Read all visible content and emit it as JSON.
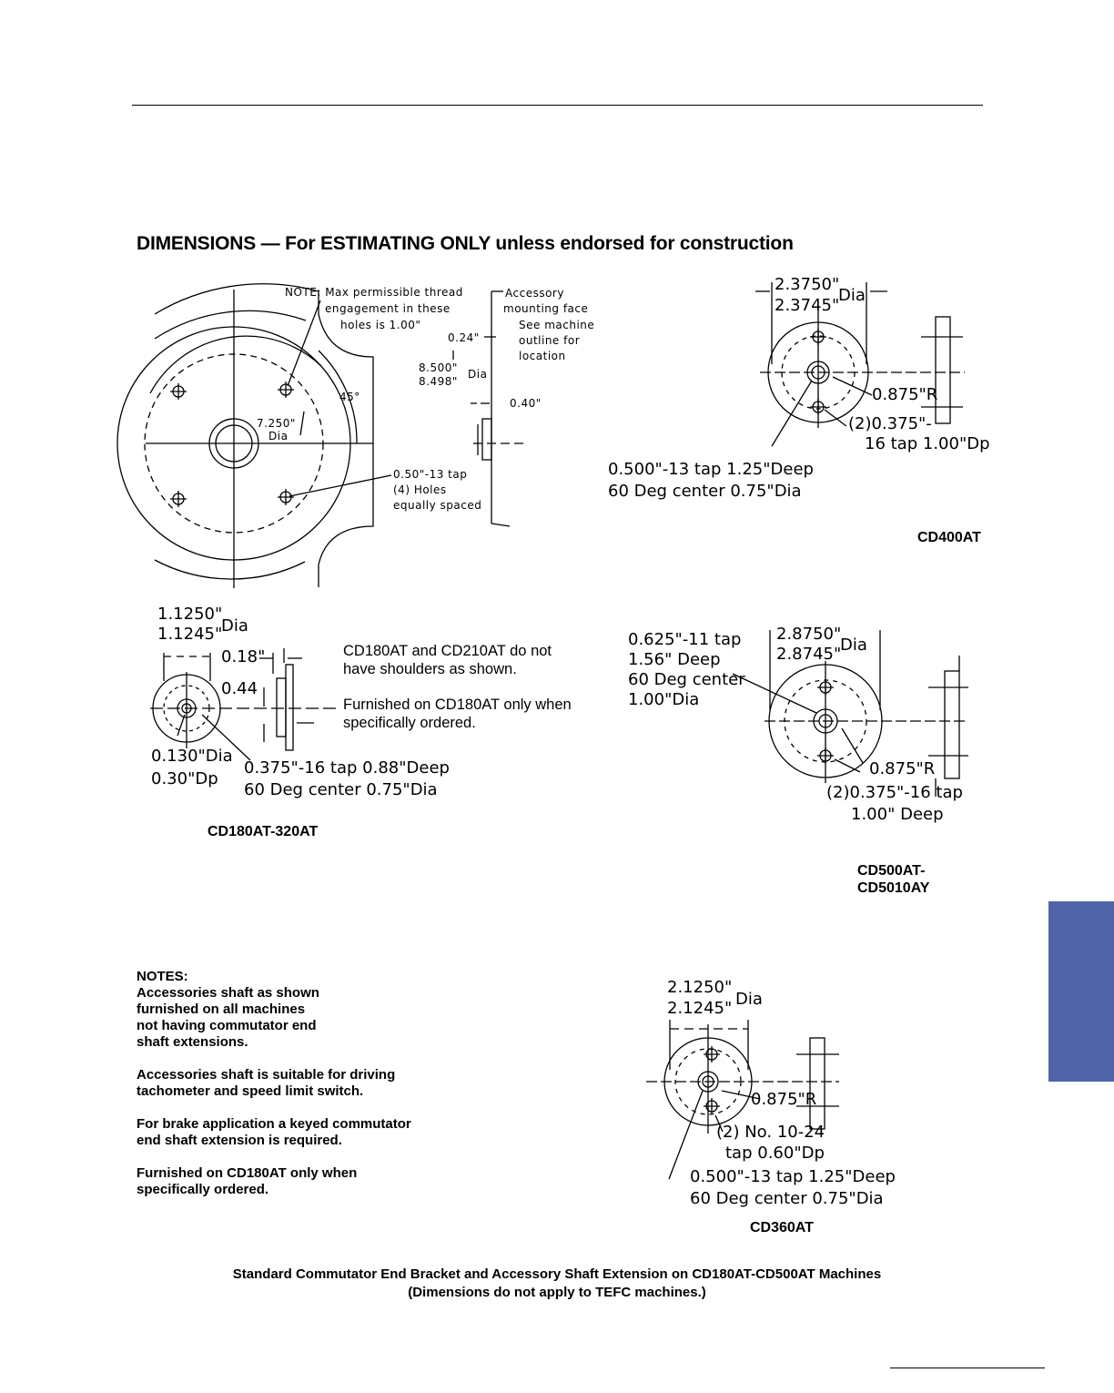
{
  "page": {
    "title": "DIMENSIONS — For ESTIMATING ONLY unless endorsed for construction",
    "caption_line1": "Standard Commutator End Bracket and Accessory Shaft Extension on CD180AT-CD500AT Machines",
    "caption_line2": "(Dimensions do not apply to TEFC machines.)",
    "accent_color": "#5064a8"
  },
  "bracket_drawing": {
    "note_line1": "NOTE: Max permissible thread",
    "note_line2": "engagement in these",
    "note_line3": "holes is 1.00\"",
    "accessory_line1": "Accessory",
    "accessory_line2": "mounting face",
    "see_line1": "See machine",
    "see_line2": "outline for",
    "see_line3": "location",
    "dim_024": "0.24\"",
    "dia_a": "8.500\"",
    "dia_b": "8.498\"",
    "dia_unit": "Dia",
    "dim_040": "0.40\"",
    "angle": "45°",
    "inner_dia": "7.250\"",
    "inner_dia_unit": "Dia",
    "tap_line1": "0.50\"-13 tap",
    "tap_line2": "(4) Holes",
    "tap_line3": "equally spaced"
  },
  "cd400at": {
    "label": "CD400AT",
    "dia_a": "2.3750\"",
    "dia_b": "2.3745\"",
    "dia_unit": "Dia",
    "radius": "0.875\"R",
    "holes_line1": "(2)0.375\"-",
    "holes_line2": "16 tap  1.00\"Dp",
    "center_line1": "0.500\"-13 tap  1.25\"Deep",
    "center_line2": "60 Deg  center  0.75\"Dia"
  },
  "cd180at": {
    "label": "CD180AT-320AT",
    "dia_a": "1.1250\"",
    "dia_b": "1.1245\"",
    "dia_unit": "Dia",
    "dim_018": "0.18\"",
    "dim_044": "0.44",
    "note_a_line1": "CD180AT and CD210AT do not",
    "note_a_line2": "have shoulders as shown.",
    "note_b_line1": "Furnished on CD180AT only when",
    "note_b_line2": "specifically ordered.",
    "small_line1": "0.130\"Dia",
    "small_line2": "0.30\"Dp",
    "center_line1": "0.375\"-16 tap  0.88\"Deep",
    "center_line2": "60 Deg  center  0.75\"Dia"
  },
  "cd500at": {
    "label_line1": "CD500AT-",
    "label_line2": "CD5010AY",
    "tap_line1": "0.625\"-11 tap",
    "tap_line2": "1.56\" Deep",
    "tap_line3": "60 Deg  center",
    "tap_line4": "1.00\"Dia",
    "dia_a": "2.8750\"",
    "dia_b": "2.8745\"",
    "dia_unit": "Dia",
    "radius": "0.875\"R",
    "holes_line1": "(2)0.375\"-16 tap",
    "holes_line2": "1.00\" Deep"
  },
  "notes": {
    "heading": "NOTES:",
    "p1_line1": "Accessories shaft as shown",
    "p1_line2": "furnished on all machines",
    "p1_line3": "not having commutator end",
    "p1_line4": "shaft extensions.",
    "p2_line1": "Accessories shaft is suitable for driving",
    "p2_line2": "tachometer and speed limit switch.",
    "p3_line1": "For brake application a keyed commutator",
    "p3_line2": "end shaft extension is required.",
    "p4_line1": "Furnished on CD180AT only when",
    "p4_line2": "specifically ordered."
  },
  "cd360at": {
    "label": "CD360AT",
    "dia_a": "2.1250\"",
    "dia_b": "2.1245\"",
    "dia_unit": "Dia",
    "radius": "0.875\"R",
    "holes_line1": "(2) No. 10-24",
    "holes_line2": "tap 0.60\"Dp",
    "center_line1": "0.500\"-13 tap  1.25\"Deep",
    "center_line2": "60 Deg  center  0.75\"Dia"
  }
}
